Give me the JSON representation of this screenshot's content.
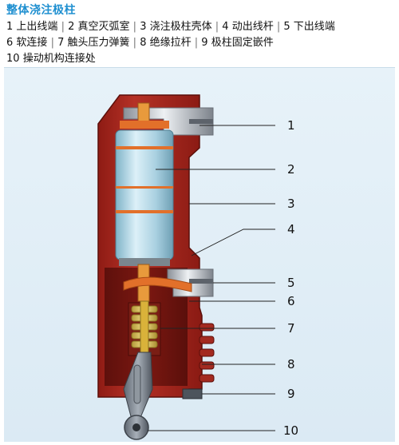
{
  "header": {
    "title": "整体浇注极柱"
  },
  "legend": {
    "items": [
      {
        "num": "1",
        "text": "上出线端"
      },
      {
        "num": "2",
        "text": "真空灭弧室"
      },
      {
        "num": "3",
        "text": "浇注极柱壳体"
      },
      {
        "num": "4",
        "text": "动出线杆"
      },
      {
        "num": "5",
        "text": "下出线端"
      },
      {
        "num": "6",
        "text": "软连接"
      },
      {
        "num": "7",
        "text": "触头压力弹簧"
      },
      {
        "num": "8",
        "text": "绝缘拉杆"
      },
      {
        "num": "9",
        "text": "极柱固定嵌件"
      },
      {
        "num": "10",
        "text": "操动机构连接处"
      }
    ]
  },
  "callouts": [
    "1",
    "2",
    "3",
    "4",
    "5",
    "6",
    "7",
    "8",
    "9",
    "10"
  ],
  "colors": {
    "housing": "#a8251d",
    "housing_dark": "#6e1510",
    "vacuum_chamber": "#b9d9e6",
    "copper": "#e2702a",
    "metal": "#c8ccd2",
    "background": "#dfedf6",
    "title": "#1e8fd0"
  }
}
